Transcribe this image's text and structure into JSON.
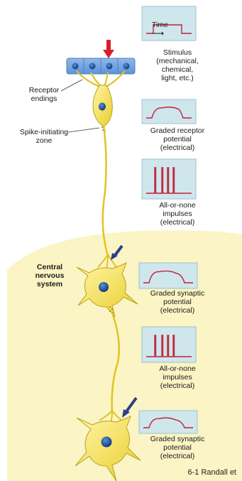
{
  "time_label": "Time",
  "labels": {
    "receptor_endings": "Receptor\nendings",
    "spike_zone": "Spike-initiating\nzone",
    "cns": "Central\nnervous\nsystem"
  },
  "panels": [
    {
      "waveform": "step",
      "caption": "Stimulus\n(mechanical,\nchemical,\nlight, etc.)"
    },
    {
      "waveform": "graded",
      "caption": "Graded receptor\npotential\n(electrical)"
    },
    {
      "waveform": "spikes",
      "caption": "All-or-none\nimpulses\n(electrical)"
    },
    {
      "waveform": "graded",
      "caption": "Graded synaptic\npotential\n(electrical)"
    },
    {
      "waveform": "spikes",
      "caption": "All-or-none\nimpulses\n(electrical)"
    },
    {
      "waveform": "graded",
      "caption": "Graded synaptic\npotential\n(electrical)"
    }
  ],
  "credit": "6-1 Randall et",
  "colors": {
    "panel_bg": "#cfe6ec",
    "trace": "#c0213a",
    "cns_bg": "#fbf4c4",
    "neuron": "#f4e04a",
    "nucleus": "#1d4f9c",
    "stimulus_arrow": "#d81e2e",
    "synapse_arrow": "#2c3f86"
  }
}
